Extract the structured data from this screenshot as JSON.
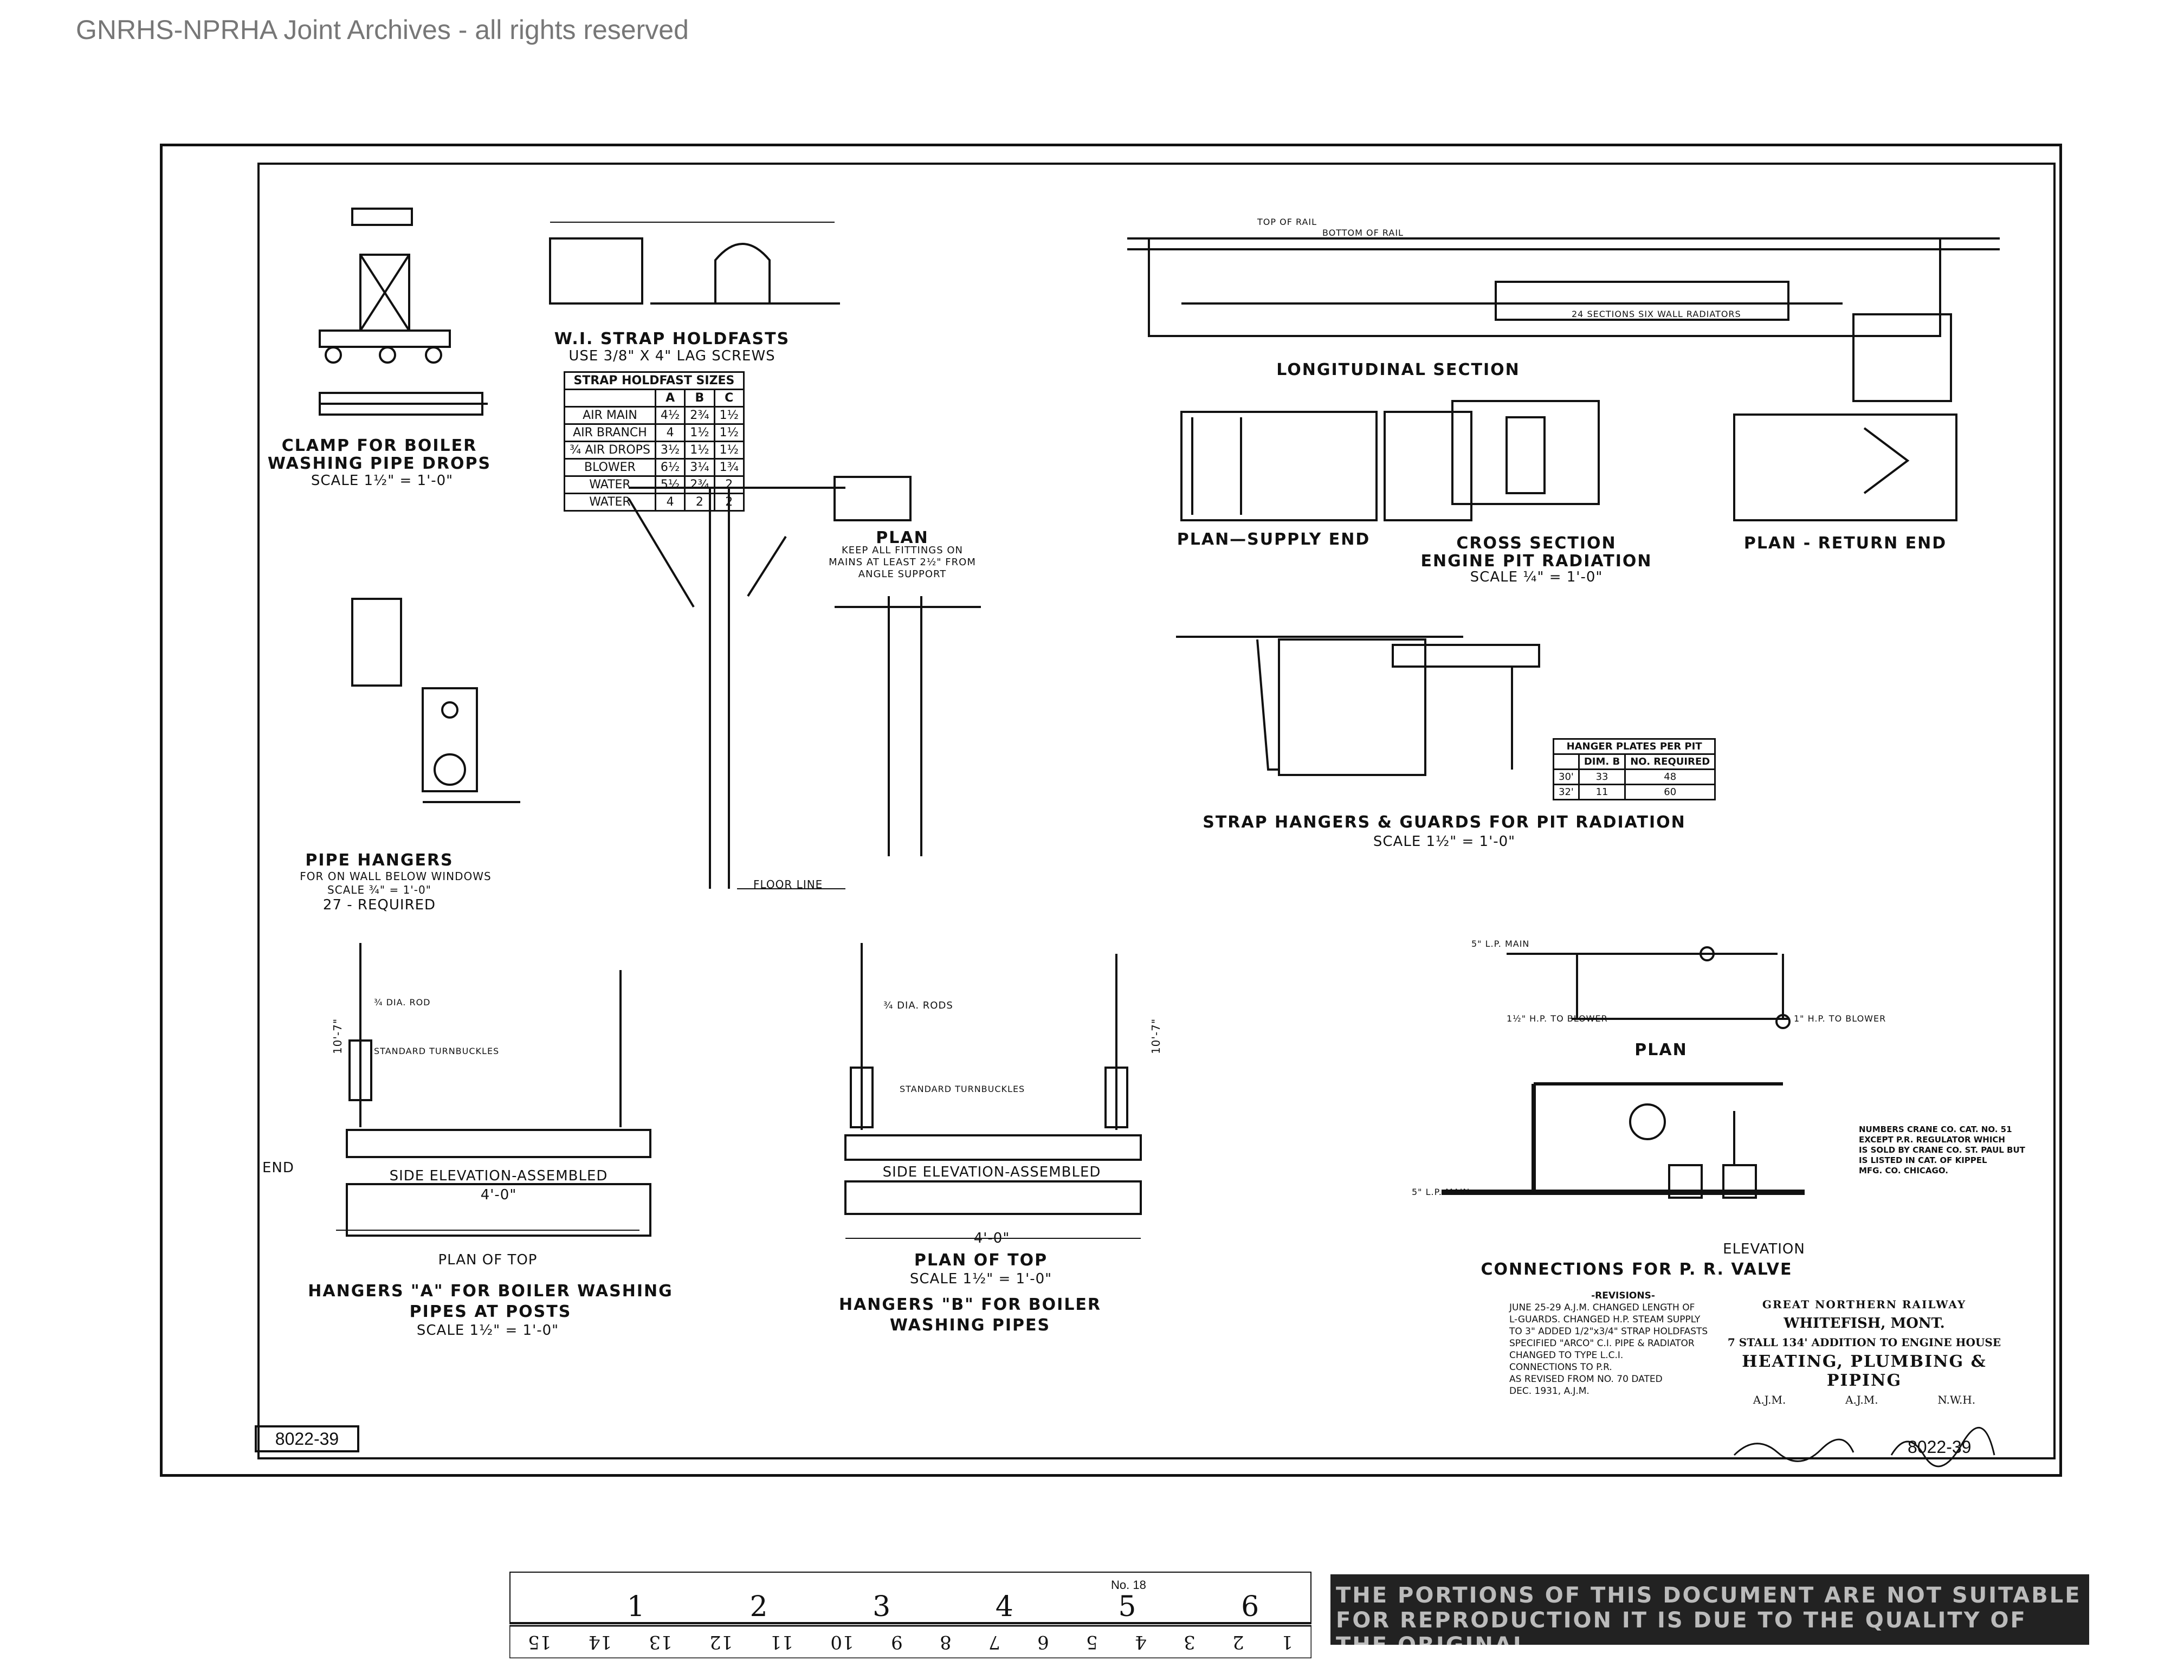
{
  "watermark": "GNRHS-NPRHA Joint Archives - all rights reserved",
  "sheet_number": "8022-39",
  "title_block": {
    "railway": "GREAT NORTHERN RAILWAY",
    "location": "WHITEFISH, MONT.",
    "subject": "7 STALL 134' ADDITION TO ENGINE HOUSE",
    "title": "HEATING, PLUMBING & PIPING",
    "drawn_by": "A.J.M.",
    "traced_by": "A.J.M.",
    "checked": "N.W.H."
  },
  "revisions": {
    "heading": "-REVISIONS-",
    "lines": [
      "JUNE 25-29 A.J.M. CHANGED LENGTH OF",
      "L-GUARDS. CHANGED H.P. STEAM SUPPLY",
      "TO 3\" ADDED 1/2\"x3/4\" STRAP HOLDFASTS",
      "SPECIFIED \"ARCO\" C.I. PIPE & RADIATOR",
      "CHANGED TO TYPE L.C.I.",
      "CONNECTIONS TO P.R.",
      "AS REVISED FROM NO. 70 DATED",
      "DEC. 1931, A.J.M."
    ]
  },
  "drawings": {
    "clamp": {
      "title_1": "CLAMP FOR BOILER",
      "title_2": "WASHING PIPE DROPS",
      "scale": "SCALE 1½\" = 1'-0\""
    },
    "holdfasts": {
      "title": "W.I. STRAP HOLDFASTS",
      "note": "USE 3/8\" x 4\" LAG SCREWS"
    },
    "holdfast_table": {
      "title": "STRAP HOLDFAST SIZES",
      "columns": [
        "",
        "A",
        "B",
        "C"
      ],
      "rows": [
        [
          "AIR MAIN",
          "4½",
          "2¾",
          "1½"
        ],
        [
          "AIR BRANCH",
          "4",
          "1½",
          "1½"
        ],
        [
          "¾ AIR DROPS",
          "3½",
          "1½",
          "1½"
        ],
        [
          "BLOWER",
          "6½",
          "3¼",
          "1¾"
        ],
        [
          "WATER",
          "5½",
          "2¾",
          "2"
        ],
        [
          "WATER",
          "4",
          "2",
          "2"
        ]
      ]
    },
    "plan_fittings": {
      "title": "PLAN",
      "note_1": "KEEP ALL FITTINGS ON",
      "note_2": "MAINS AT LEAST 2½\" FROM",
      "note_3": "ANGLE SUPPORT"
    },
    "floor_line": "FLOOR LINE",
    "pipe_hangers": {
      "title": "PIPE HANGERS",
      "note": "FOR ON WALL BELOW WINDOWS",
      "scale": "SCALE ¾\" = 1'-0\"",
      "required": "27 - REQUIRED"
    },
    "longitudinal": {
      "title": "LONGITUDINAL SECTION",
      "note_rail": "TOP OF RAIL",
      "note_bottom": "BOTTOM OF RAIL",
      "note_rad": "24 SECTIONS SIX WALL RADIATORS"
    },
    "engine_pit": {
      "plan_supply": "PLAN—SUPPLY END",
      "cross_section": "CROSS SECTION",
      "title": "ENGINE PIT RADIATION",
      "scale": "SCALE ¼\" = 1'-0\"",
      "plan_return": "PLAN - RETURN END"
    },
    "strap_hangers": {
      "title": "STRAP HANGERS & GUARDS FOR PIT RADIATION",
      "scale": "SCALE 1½\" = 1'-0\"",
      "table_title": "HANGER PLATES PER PIT",
      "table_columns": [
        "",
        "DIM. B",
        "NO. REQUIRED"
      ],
      "table_rows": [
        [
          "30'",
          "33",
          "48"
        ],
        [
          "32'",
          "11",
          "60"
        ]
      ]
    },
    "end_label": "END",
    "hangers_a": {
      "side": "SIDE ELEVATION-ASSEMBLED",
      "width": "4'-0\"",
      "plan_top": "PLAN OF TOP",
      "title_1": "HANGERS \"A\" FOR BOILER WASHING",
      "title_2": "PIPES AT POSTS",
      "scale": "SCALE 1½\" = 1'-0\"",
      "height": "10'-7\"",
      "turnbuckle": "STANDARD TURNBUCKLES",
      "rod": "¾ DIA. ROD"
    },
    "hangers_b": {
      "side": "SIDE ELEVATION-ASSEMBLED",
      "width": "4'-0\"",
      "plan_top": "PLAN OF TOP",
      "scale": "SCALE 1½\" = 1'-0\"",
      "title_1": "HANGERS \"B\" FOR BOILER",
      "title_2": "WASHING PIPES",
      "height": "10'-7\"",
      "rods": "¾ DIA. RODS",
      "turnbuckle": "STANDARD TURNBUCKLES"
    },
    "prv_plan": {
      "title": "PLAN",
      "note_blower": "1\" H.P. TO BLOWER",
      "note_blower_2": "1½\" H.P. TO BLOWER",
      "main": "5\" L.P. MAIN"
    },
    "prv_connections": {
      "elevation": "ELEVATION",
      "title": "CONNECTIONS FOR P. R. VALVE",
      "note_1": "NUMBERS CRANE CO. CAT. NO. 51",
      "note_2": "EXCEPT P.R. REGULATOR WHICH",
      "note_3": "IS SOLD BY CRANE CO. ST. PAUL BUT",
      "note_4": "IS LISTED IN CAT. OF KIPPEL",
      "note_5": "MFG. CO. CHICAGO.",
      "main": "5\" L.P. MAIN"
    }
  },
  "ruler": {
    "inches": [
      "1",
      "2",
      "3",
      "4",
      "5",
      "6"
    ],
    "cm": [
      "1",
      "2",
      "3",
      "4",
      "5",
      "6",
      "7",
      "8",
      "9",
      "10",
      "11",
      "12",
      "13",
      "14",
      "15"
    ],
    "maker": "No. 18"
  },
  "notice": "THE PORTIONS OF THIS DOCUMENT ARE NOT SUITABLE FOR REPRODUCTION IT IS DUE TO THE QUALITY OF THE ORIGINAL."
}
